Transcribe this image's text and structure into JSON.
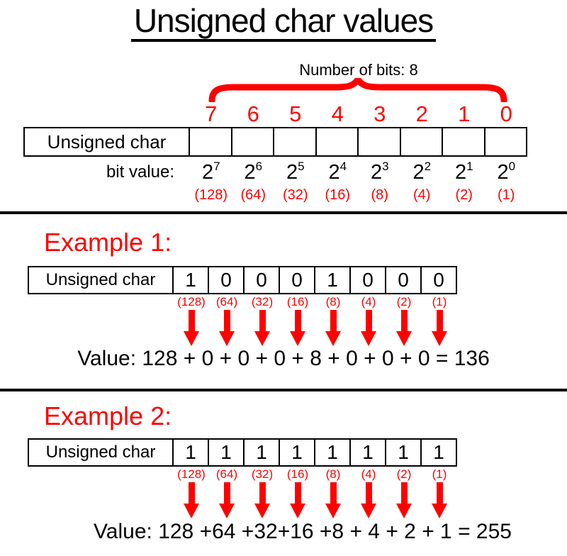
{
  "colors": {
    "accent_red": "#ff0000",
    "text_black": "#000000"
  },
  "title": "Unsigned char values",
  "overview": {
    "bits_count_label": "Number of bits: 8",
    "bit_positions": [
      "7",
      "6",
      "5",
      "4",
      "3",
      "2",
      "1",
      "0"
    ],
    "row_label": "Unsigned char",
    "bit_value_caption": "bit value:",
    "powers": [
      {
        "base": "2",
        "exp": "7"
      },
      {
        "base": "2",
        "exp": "6"
      },
      {
        "base": "2",
        "exp": "5"
      },
      {
        "base": "2",
        "exp": "4"
      },
      {
        "base": "2",
        "exp": "3"
      },
      {
        "base": "2",
        "exp": "2"
      },
      {
        "base": "2",
        "exp": "1"
      },
      {
        "base": "2",
        "exp": "0"
      }
    ]
  },
  "place_value_labels": [
    "(128)",
    "(64)",
    "(32)",
    "(16)",
    "(8)",
    "(4)",
    "(2)",
    "(1)"
  ],
  "example1": {
    "heading": "Example 1:",
    "row_label": "Unsigned char",
    "bits": [
      "1",
      "0",
      "0",
      "0",
      "1",
      "0",
      "0",
      "0"
    ],
    "value_line": "Value: 128 + 0 + 0 + 0 + 8 + 0 + 0 + 0 = 136"
  },
  "example2": {
    "heading": "Example 2:",
    "row_label": "Unsigned char",
    "bits": [
      "1",
      "1",
      "1",
      "1",
      "1",
      "1",
      "1",
      "1"
    ],
    "value_line": "Value: 128 +64 +32+16 +8 + 4 + 2 + 1 = 255"
  }
}
